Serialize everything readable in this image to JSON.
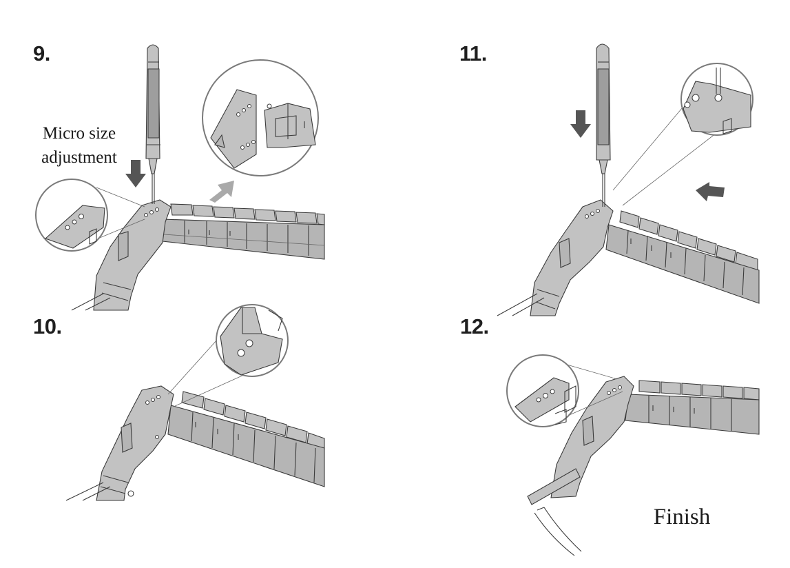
{
  "steps": [
    {
      "number": "9.",
      "caption_line1": "Micro size",
      "caption_line2": "adjustment"
    },
    {
      "number": "10."
    },
    {
      "number": "11."
    },
    {
      "number": "12.",
      "caption": "Finish"
    }
  ],
  "icons": [
    "screwdriver-icon",
    "arrow-down-icon",
    "arrow-up-right-icon",
    "arrow-left-icon",
    "magnifier-circle-icon"
  ],
  "colors": {
    "line": "#3b3b3b",
    "metal": "#c2c2c2",
    "arrow_dark": "#555555",
    "arrow_light": "#a9a9a9"
  }
}
